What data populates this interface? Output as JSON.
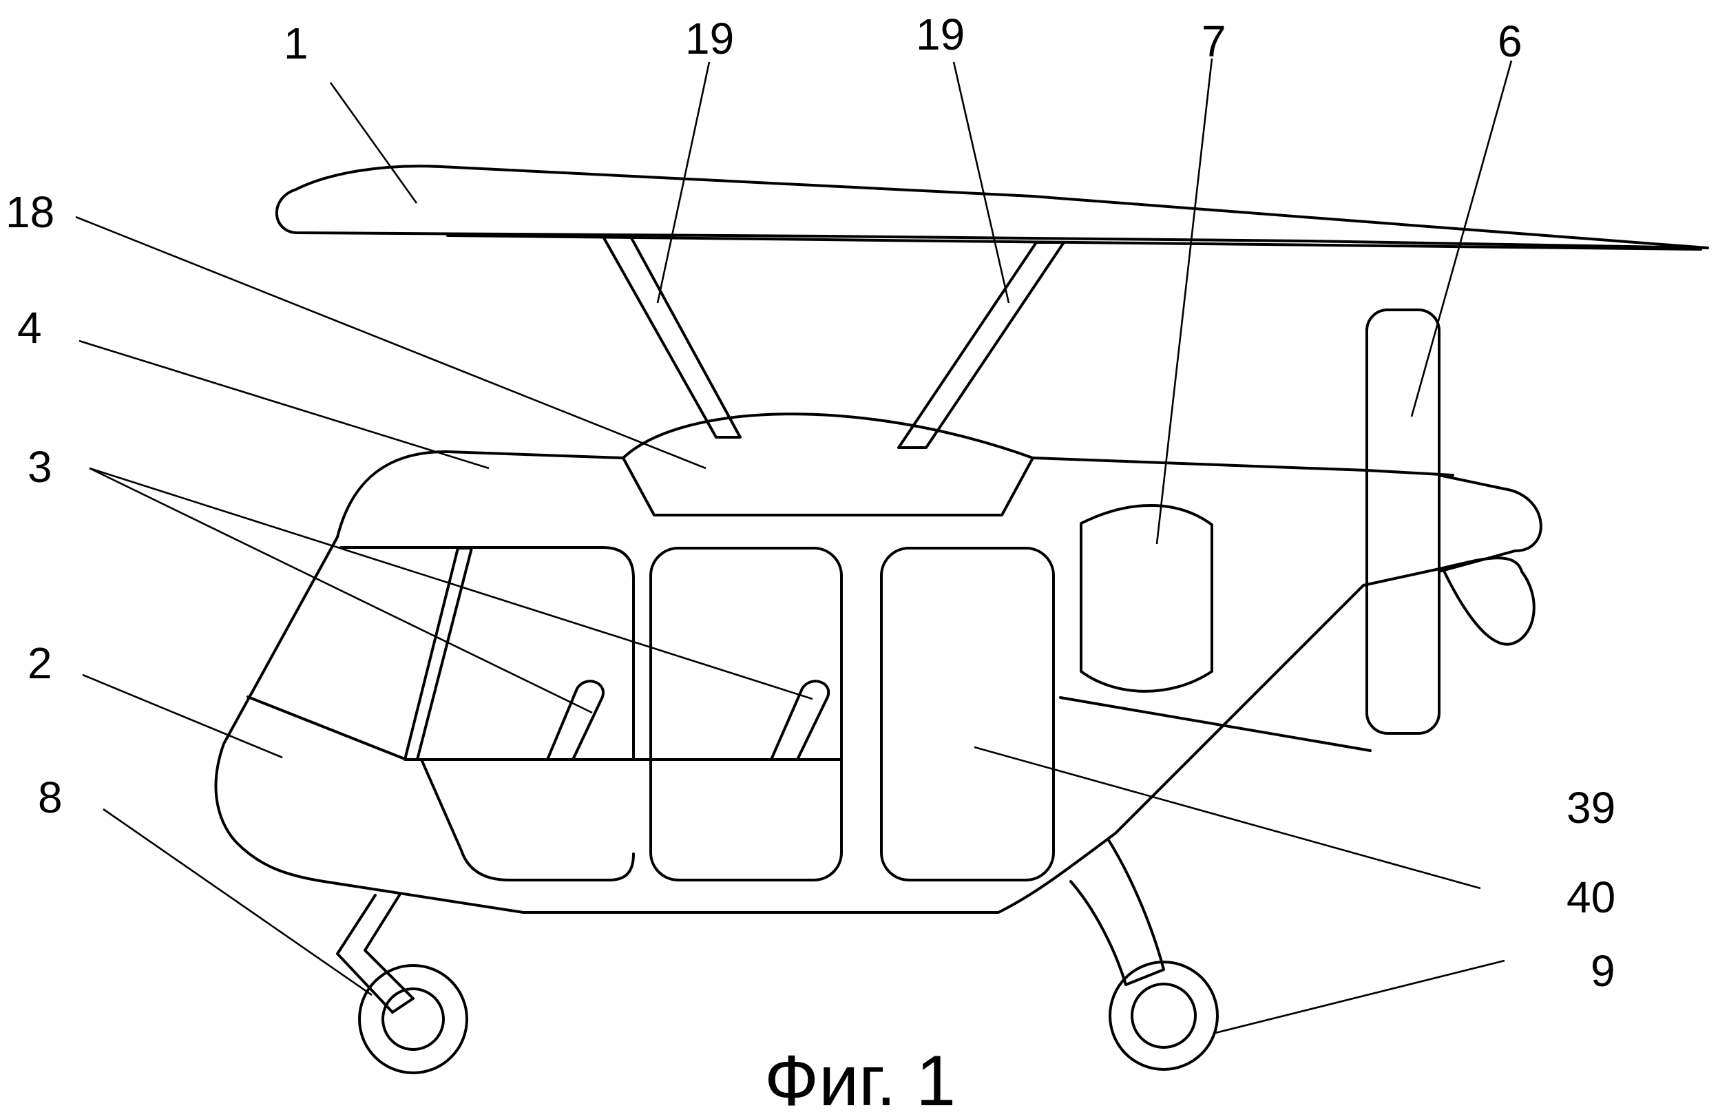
{
  "figure": {
    "caption": "Фиг. 1",
    "labels": {
      "l1": "1",
      "l19a": "19",
      "l19b": "19",
      "l7": "7",
      "l6": "6",
      "l18": "18",
      "l4": "4",
      "l3": "3",
      "l2": "2",
      "l8": "8",
      "l39": "39",
      "l40": "40",
      "l9": "9"
    }
  }
}
